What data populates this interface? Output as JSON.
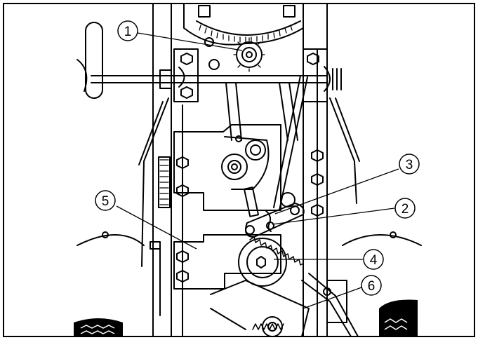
{
  "diagram": {
    "callouts": [
      {
        "label": "1"
      },
      {
        "label": "2"
      },
      {
        "label": "3"
      },
      {
        "label": "4"
      },
      {
        "label": "5"
      },
      {
        "label": "6"
      }
    ],
    "colors": {
      "ink": "#000000",
      "paper": "#ffffff",
      "border": "#000000"
    }
  }
}
